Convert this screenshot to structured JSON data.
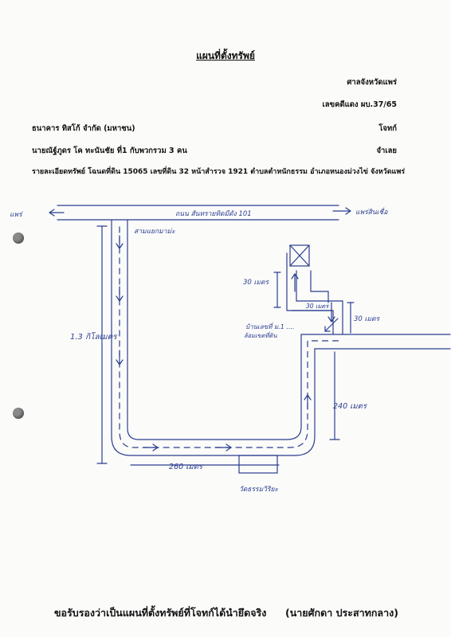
{
  "header": {
    "title": "แผนที่ตั้งทรัพย์",
    "court": "ศาลจังหวัดแพร่",
    "case_number": "เลขคดีแดง ผบ.37/65",
    "plaintiff": "ธนาคาร ทิสโก้ จำกัด (มหาชน)",
    "plaintiff_role": "โจทก์",
    "defendant": "นายณัฐ์ภูดร โค ทะนันชัย ที่1 กับพวกรวม 3 คน",
    "defendant_role": "จำเลย",
    "property_detail": "รายละเอียดทรัพย์ โฉนดที่ดิน 15065 เลขที่ดิน 32 หน้าสำรวจ 1921 ตำบลตำหนักธรรม อำเภอหนองม่วงไข่ จังหวัดแพร่"
  },
  "map": {
    "road_name": "ถนน สันทรายทิดมีดัง 101",
    "left_end": "แพร่",
    "right_end": "แพร่สินเชื่อ",
    "junction": "สามแยกมาม่ะ",
    "left_distance": "1.3 กิโลเมตร",
    "bottom_distance": "260 เมตร",
    "right_distance": "240 เมตร",
    "dist_top_inner": "30 เมตร",
    "dist_mid": "30 เมตร",
    "dist_right_small": "30 เมตร",
    "house_label_1": "บ้านเลขที่ ม.1 ....",
    "house_label_2": "ล้อมเขตที่ดิน",
    "temple": "วัดธรรมวิริยะ"
  },
  "footer": {
    "certification": "ขอรับรองว่าเป็นแผนที่ตั้งทรัพย์ที่โจทก์ได้นำยึดจริง",
    "signer": "(นายศักดา ประสาทกลาง)"
  }
}
